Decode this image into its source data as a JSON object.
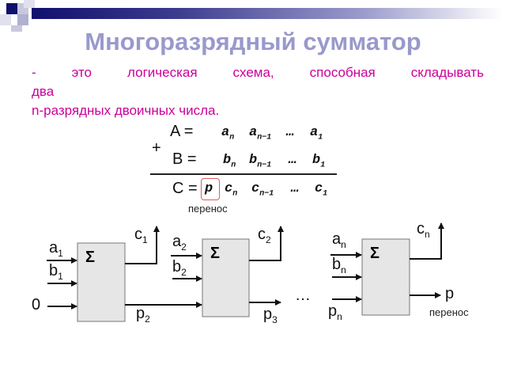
{
  "slide": {
    "title_line1": "Многоразрядный",
    "title_line2": "сумматор",
    "body_line1_words": [
      "-",
      "это",
      "логическая",
      "схема,",
      "способная",
      "складывать"
    ],
    "body_line2": "два",
    "body_line3": "n-разрядных двоичных числа.",
    "colors": {
      "title": "#9999cc",
      "body": "#cc0099",
      "header_bar": "#10106e",
      "carry_box": "#e05a5a",
      "adder_fill": "#e6e6e6"
    }
  },
  "formula": {
    "A_label": "A =",
    "a_n": "a",
    "a_n_sub": "n",
    "a_n1": "a",
    "a_n1_sub": "n−1",
    "dots": "…",
    "a_1": "a",
    "a_1_sub": "1",
    "plus": "+",
    "B_label": "B =",
    "b_n": "b",
    "b_n_sub": "n",
    "b_n1": "b",
    "b_n1_sub": "n−1",
    "b_1": "b",
    "b_1_sub": "1",
    "C_label": "C =",
    "p": "p",
    "c_n": "c",
    "c_n_sub": "n",
    "c_n1": "c",
    "c_n1_sub": "n−1",
    "c_1": "c",
    "c_1_sub": "1",
    "carry_caption": "перенос"
  },
  "diagram": {
    "sigma": "Σ",
    "a1": "a",
    "a1_sub": "1",
    "b1": "b",
    "b1_sub": "1",
    "zero": "0",
    "c1": "c",
    "c1_sub": "1",
    "p2": "p",
    "p2_sub": "2",
    "a2": "a",
    "a2_sub": "2",
    "b2": "b",
    "b2_sub": "2",
    "c2": "c",
    "c2_sub": "2",
    "p3": "p",
    "p3_sub": "3",
    "ellipsis": "…",
    "an": "a",
    "an_sub": "n",
    "bn": "b",
    "bn_sub": "n",
    "pn": "p",
    "pn_sub": "n",
    "cn": "c",
    "cn_sub": "n",
    "p_out": "p",
    "carry_caption": "перенос"
  }
}
